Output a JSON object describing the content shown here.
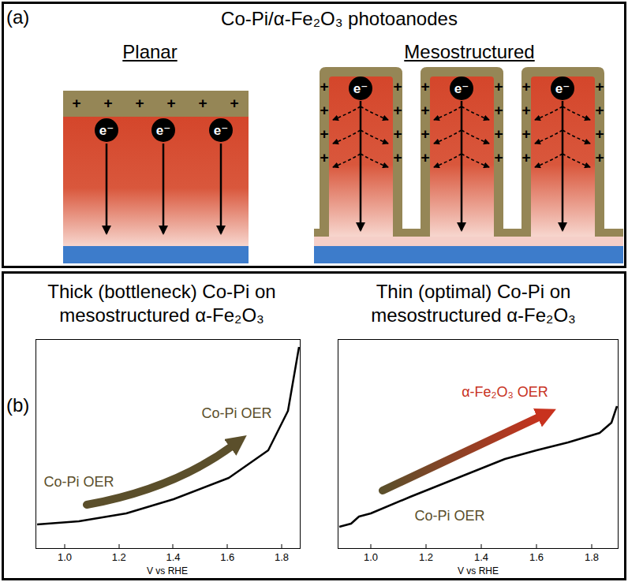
{
  "diagram": {
    "nodes": [
      {
        "text": [
          "(a)",
          "Co-Pi/α-Fe₂O₃ photoanodes"
        ]
      },
      {
        "text": [
          "e⁻"
        ],
        "in": 0
      },
      {
        "text": [
          "e⁻"
        ],
        "in": 0
      },
      {
        "text": [
          "e⁻"
        ],
        "in": 0
      },
      {
        "text": [
          "e⁻"
        ],
        "in": 0
      },
      {
        "text": [
          "e⁻"
        ],
        "in": 0
      },
      {
        "text": [
          "e⁻"
        ],
        "in": 0
      },
      {
        "text": [
          "(b)"
        ]
      }
    ],
    "labels": [
      "Planar",
      "Mesostructured",
      "+",
      "+",
      "+",
      "+",
      "+",
      "+",
      "+",
      "+",
      "+",
      "+",
      "+",
      "+",
      "+",
      "+",
      "+",
      "+",
      "+",
      "+",
      "+",
      "+",
      "+",
      "+",
      "+",
      "+",
      "+",
      "+",
      "+",
      "+",
      "+",
      "+",
      "Thick (bottleneck) Co-Pi on mesostructured α-Fe₂O₃",
      "Thin (optimal) Co-Pi on mesostructured α-Fe₂O₃",
      "Co-Pi OER",
      "Co-Pi OER",
      "α-Fe₂O₃ OER",
      "Co-Pi OER",
      "1.0",
      "1.2",
      "1.4",
      "1.6",
      "1.8",
      "V vs RHE",
      "1.0",
      "1.2",
      "1.4",
      "1.6",
      "1.8",
      "V vs RHE"
    ]
  }
}
